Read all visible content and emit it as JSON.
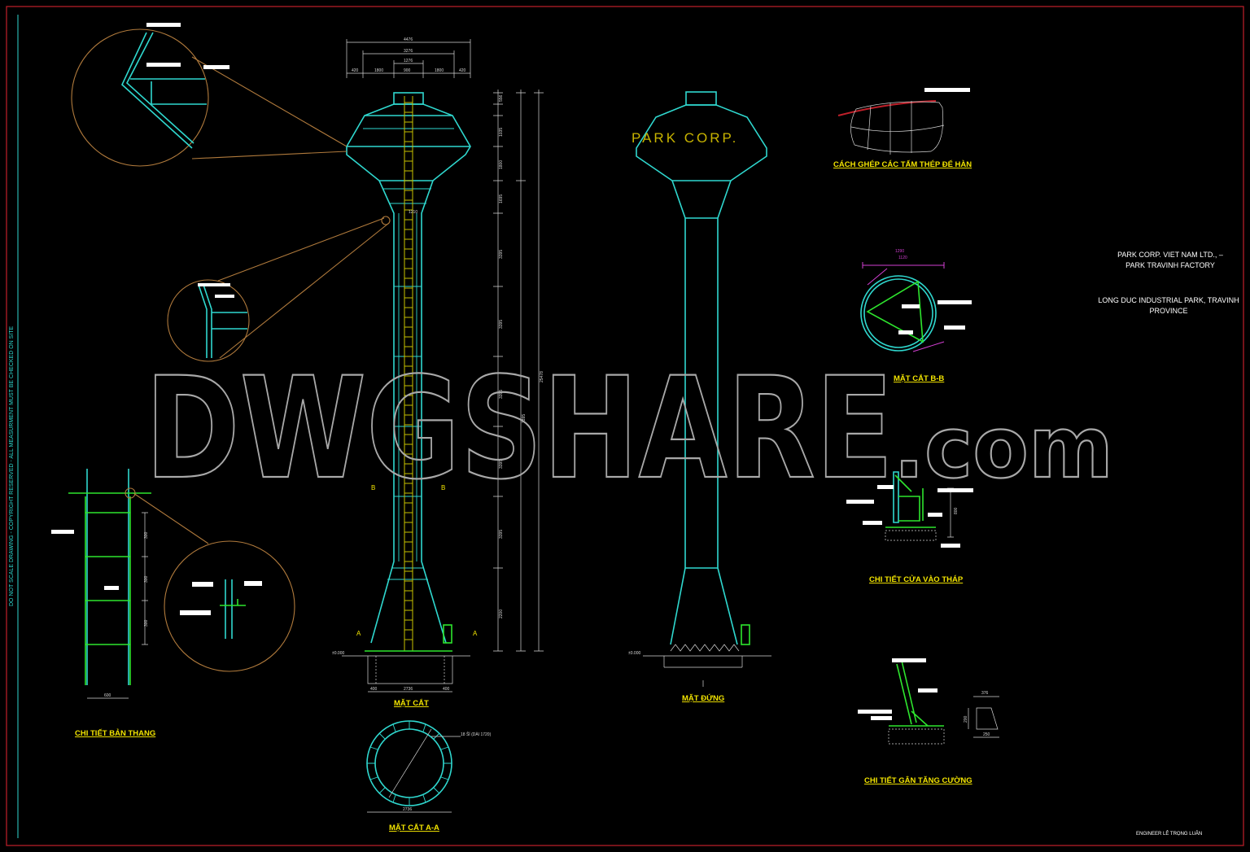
{
  "side_note": "DO NOT SCALE DRAWING - COPYRIGHT RESERVED - ALL MEASURMENT MUST BE CHECKED ON SITE",
  "watermark": "DWGSHARE.com",
  "titleblock": {
    "company_line1": "PARK   CORP. VIET NAM   LTD.,  –",
    "company_line2": "PARK   TRAVINH FACTORY",
    "address_line1": "LONG DUC INDUSTRIAL PARK, TRAVINH",
    "address_line2": "PROVINCE",
    "engineer": "ENGINEER   LÊ TRỌNG LUÂN"
  },
  "tower_sign": "PARK   CORP.",
  "views": {
    "section": "MẶT CẮT",
    "elevation": "MẶT ĐỨNG",
    "section_aa": "MẶT CẮT A-A",
    "section_bb": "MẶT CẮT B-B",
    "ladder_detail": "CHI TIẾT BẢN THANG",
    "plate_joint": "CÁCH GHÉP CÁC TẤM THÉP ĐỂ HÀN",
    "door_detail": "CHI TIẾT CỬA VÀO THÁP",
    "stiffener_detail": "CHI TIẾT GÂN TĂNG CƯỜNG"
  },
  "section_marks": {
    "a": "A",
    "b": "B"
  },
  "dimensions": {
    "top_overall": "4476",
    "top_inner": "3276",
    "top_cap": "1276",
    "segments": [
      "420",
      "1800",
      "900",
      "1800",
      "420"
    ],
    "neck": "1210",
    "total_height": "25478",
    "vertical": [
      "556",
      "1035",
      "1800",
      "1695",
      "3395",
      "3395",
      "3395",
      "3395",
      "3395",
      "3395",
      "2200"
    ],
    "base_width": "2736",
    "base_side": "400",
    "aa_width": "2736",
    "bb_width": "1290",
    "bb_inner": "1120",
    "ladder_width": "600",
    "ladder_rung": "300",
    "stiffener_top": "376",
    "stiffener_bot": "250",
    "stiffener_h": "200",
    "door_h": "800",
    "elev_level": "±0.000"
  },
  "colors": {
    "structure": "#2fd8cf",
    "ladder": "#c8c200",
    "steel": "#2ee52e",
    "titles": "#f2e400",
    "detail_circle": "#b07a3c",
    "border": "#c0202a"
  }
}
